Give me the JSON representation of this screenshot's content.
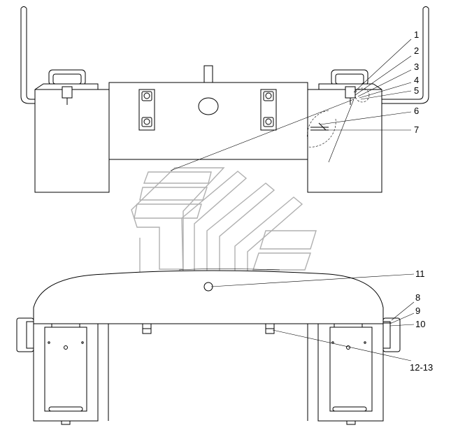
{
  "callouts": [
    {
      "id": "c1",
      "text": "1"
    },
    {
      "id": "c2",
      "text": "2"
    },
    {
      "id": "c3",
      "text": "3"
    },
    {
      "id": "c4",
      "text": "4"
    },
    {
      "id": "c5",
      "text": "5"
    },
    {
      "id": "c6",
      "text": "6"
    },
    {
      "id": "c7",
      "text": "7"
    },
    {
      "id": "c8",
      "text": "8"
    },
    {
      "id": "c9",
      "text": "9"
    },
    {
      "id": "c10",
      "text": "10"
    },
    {
      "id": "c11",
      "text": "11"
    },
    {
      "id": "c12",
      "text": "12-13"
    }
  ]
}
